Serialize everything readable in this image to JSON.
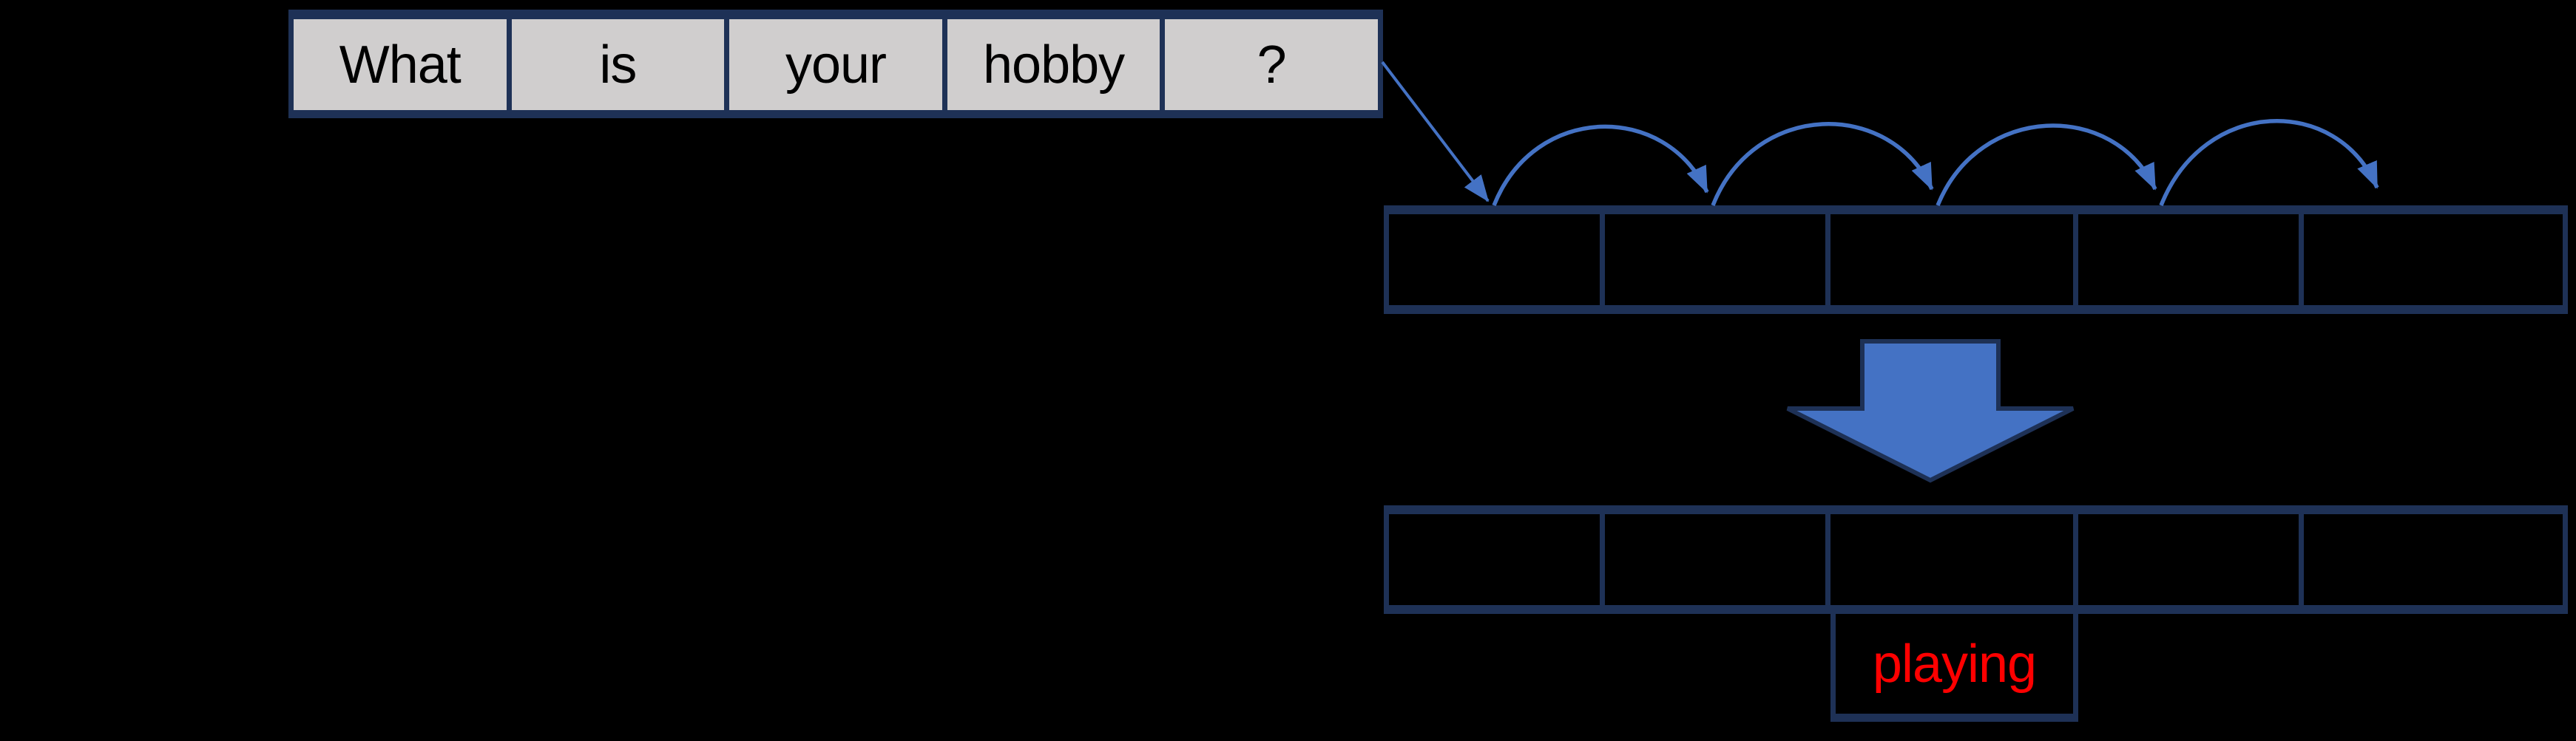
{
  "diagram": {
    "title_hint": "question-to-answer token mapping diagram",
    "sentence_row": {
      "cells": [
        "What",
        "is",
        "your",
        "hobby",
        "?"
      ]
    },
    "token_row": {
      "cell_count": 5,
      "cells": [
        "",
        "",
        "",
        "",
        ""
      ]
    },
    "output_row": {
      "cell_count": 5,
      "cells": [
        "",
        "",
        "",
        "",
        ""
      ]
    },
    "answer": {
      "label": "playing"
    }
  },
  "colors": {
    "background": "#000000",
    "border_navy": "#1e3156",
    "arrow_blue": "#4472c4",
    "cell_gray": "#d0cece",
    "answer_red": "#ff0000",
    "word_black": "#000000"
  }
}
